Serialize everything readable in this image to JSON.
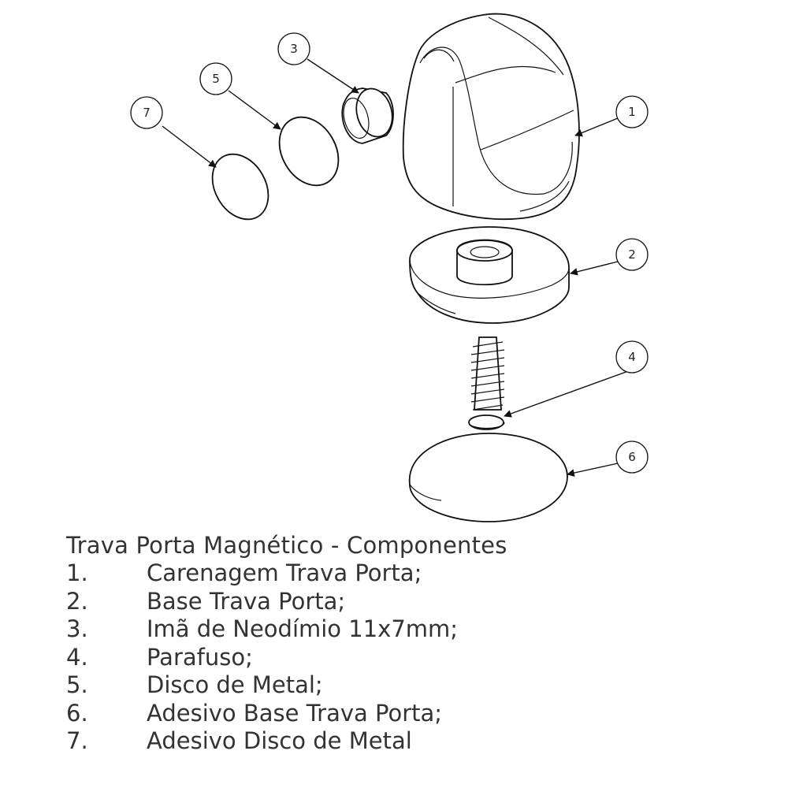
{
  "diagram": {
    "callouts": [
      "1",
      "2",
      "3",
      "4",
      "5",
      "6",
      "7"
    ]
  },
  "legend": {
    "title": "Trava Porta Magnético - Componentes",
    "items": [
      {
        "num": "1.",
        "label": "Carenagem Trava Porta;"
      },
      {
        "num": "2.",
        "label": "Base Trava Porta;"
      },
      {
        "num": "3.",
        "label": "Imã de Neodímio 11x7mm;"
      },
      {
        "num": "4.",
        "label": "Parafuso;"
      },
      {
        "num": "5.",
        "label": "Disco de Metal;"
      },
      {
        "num": "6.",
        "label": "Adesivo Base Trava Porta;"
      },
      {
        "num": "7.",
        "label": "Adesivo Disco de Metal"
      }
    ]
  }
}
